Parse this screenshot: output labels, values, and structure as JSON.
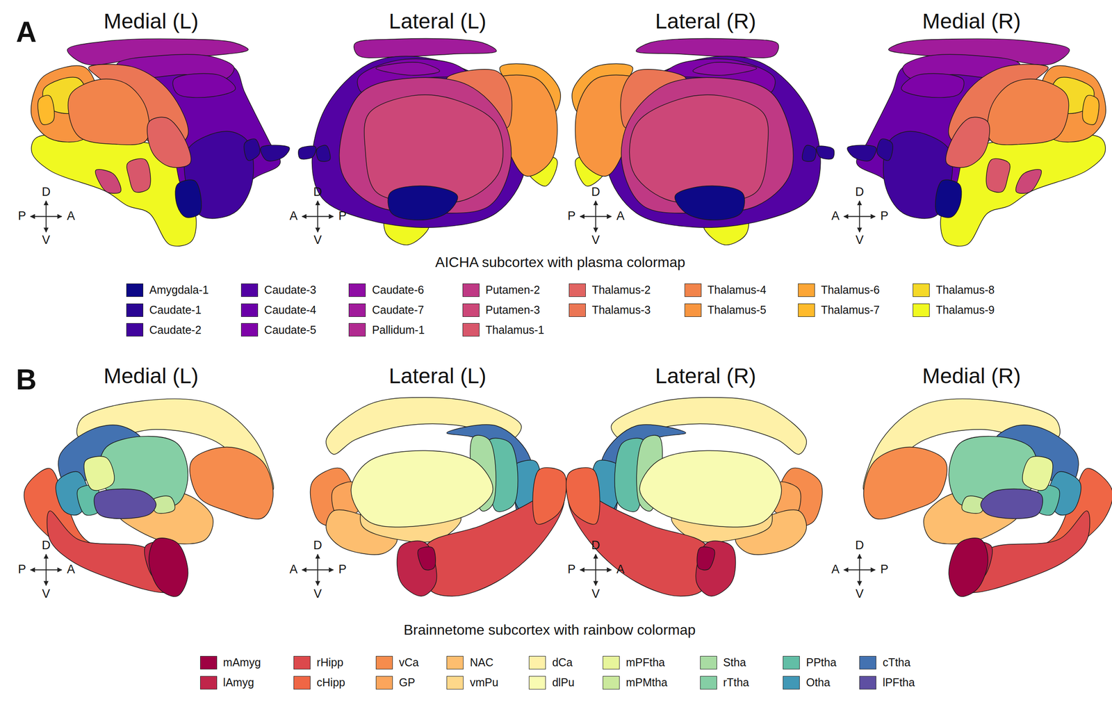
{
  "diagram": {
    "labels": [
      "A",
      "Medial (L)",
      "Lateral (L)",
      "Lateral (R)",
      "Medial (R)",
      "D",
      "P",
      "A",
      "V",
      "D",
      "A",
      "P",
      "V",
      "D",
      "P",
      "A",
      "V",
      "D",
      "A",
      "P",
      "V",
      "AICHA subcortex with plasma colormap",
      "B",
      "Medial (L)",
      "Lateral (L)",
      "Lateral (R)",
      "Medial (R)",
      "D",
      "P",
      "A",
      "V",
      "D",
      "A",
      "P",
      "V",
      "D",
      "P",
      "A",
      "V",
      "D",
      "A",
      "P",
      "V",
      "Brainnetome subcortex with rainbow colormap"
    ],
    "legend": [
      {
        "text": "Amygdala-1",
        "color": "#0d0887"
      },
      {
        "text": "Caudate-1",
        "color": "#2a0593"
      },
      {
        "text": "Caudate-2",
        "color": "#41049d"
      },
      {
        "text": "Caudate-3",
        "color": "#5302a3"
      },
      {
        "text": "Caudate-4",
        "color": "#6a00a8"
      },
      {
        "text": "Caudate-5",
        "color": "#7e03a8"
      },
      {
        "text": "Caudate-6",
        "color": "#8f0da4"
      },
      {
        "text": "Caudate-7",
        "color": "#a11b9b"
      },
      {
        "text": "Pallidum-1",
        "color": "#b12a90"
      },
      {
        "text": "Putamen-2",
        "color": "#bf3984"
      },
      {
        "text": "Putamen-3",
        "color": "#cc4778"
      },
      {
        "text": "Thalamus-1",
        "color": "#d8576b"
      },
      {
        "text": "Thalamus-2",
        "color": "#e16462"
      },
      {
        "text": "Thalamus-3",
        "color": "#eb7655"
      },
      {
        "text": "Thalamus-4",
        "color": "#f2844b"
      },
      {
        "text": "Thalamus-5",
        "color": "#f89540"
      },
      {
        "text": "Thalamus-6",
        "color": "#fca636"
      },
      {
        "text": "Thalamus-7",
        "color": "#feba2c"
      },
      {
        "text": "Thalamus-8",
        "color": "#f5d928"
      },
      {
        "text": "Thalamus-9",
        "color": "#f0f921"
      },
      {
        "text": "mAmyg",
        "color": "#9e0142"
      },
      {
        "text": "lAmyg",
        "color": "#c0254a"
      },
      {
        "text": "rHipp",
        "color": "#dc494c"
      },
      {
        "text": "cHipp",
        "color": "#ef6645"
      },
      {
        "text": "vCa",
        "color": "#f68c4d"
      },
      {
        "text": "GP",
        "color": "#fba55c"
      },
      {
        "text": "NAC",
        "color": "#fdbe6f"
      },
      {
        "text": "vmPu",
        "color": "#fed88a"
      },
      {
        "text": "dCa",
        "color": "#fef1a8"
      },
      {
        "text": "dlPu",
        "color": "#f8fbb2"
      },
      {
        "text": "mPFtha",
        "color": "#e7f59b"
      },
      {
        "text": "mPMtha",
        "color": "#cbe99d"
      },
      {
        "text": "Stha",
        "color": "#a9dca3"
      },
      {
        "text": "rTtha",
        "color": "#85cfa5"
      },
      {
        "text": "PPtha",
        "color": "#62bea6"
      },
      {
        "text": "Otha",
        "color": "#4198b6"
      },
      {
        "text": "cTtha",
        "color": "#4372b1"
      },
      {
        "text": "lPFtha",
        "color": "#5e4fa2"
      }
    ]
  }
}
